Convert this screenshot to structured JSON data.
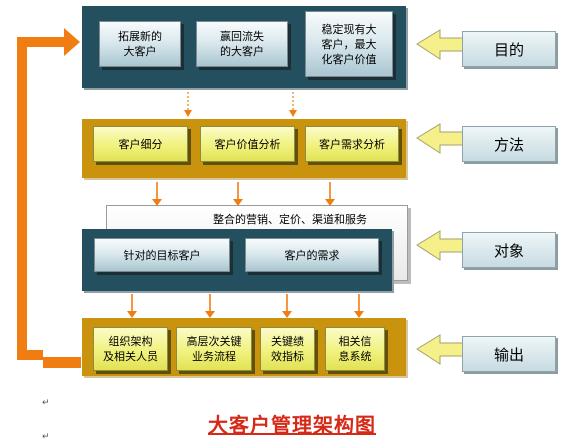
{
  "goals": {
    "label": "目的",
    "items": [
      "拓展新的\n大客户",
      "赢回流失\n的大客户",
      "稳定现有大\n客户，最大\n化客户价值"
    ]
  },
  "methods": {
    "label": "方法",
    "items": [
      "客户细分",
      "客户价值分析",
      "客户需求分析"
    ]
  },
  "objects": {
    "label": "对象",
    "back_text": "整合的营销、定价、渠道和服务",
    "items": [
      "针对的目标客户",
      "客户的需求"
    ]
  },
  "outputs": {
    "label": "输出",
    "items": [
      "组织架构\n及相关人员",
      "高层次关键\n业务流程",
      "关键绩\n效指标",
      "相关信\n息系统"
    ]
  },
  "caption": "大客户管理架构图",
  "para_mark": "↵",
  "colors": {
    "teal_band": "#234f5e",
    "gold_band": "#c9930e",
    "arrow_orange": "#f07d12",
    "label_arrow_yellow": "#f5f08a",
    "title_red": "#d62a18"
  }
}
